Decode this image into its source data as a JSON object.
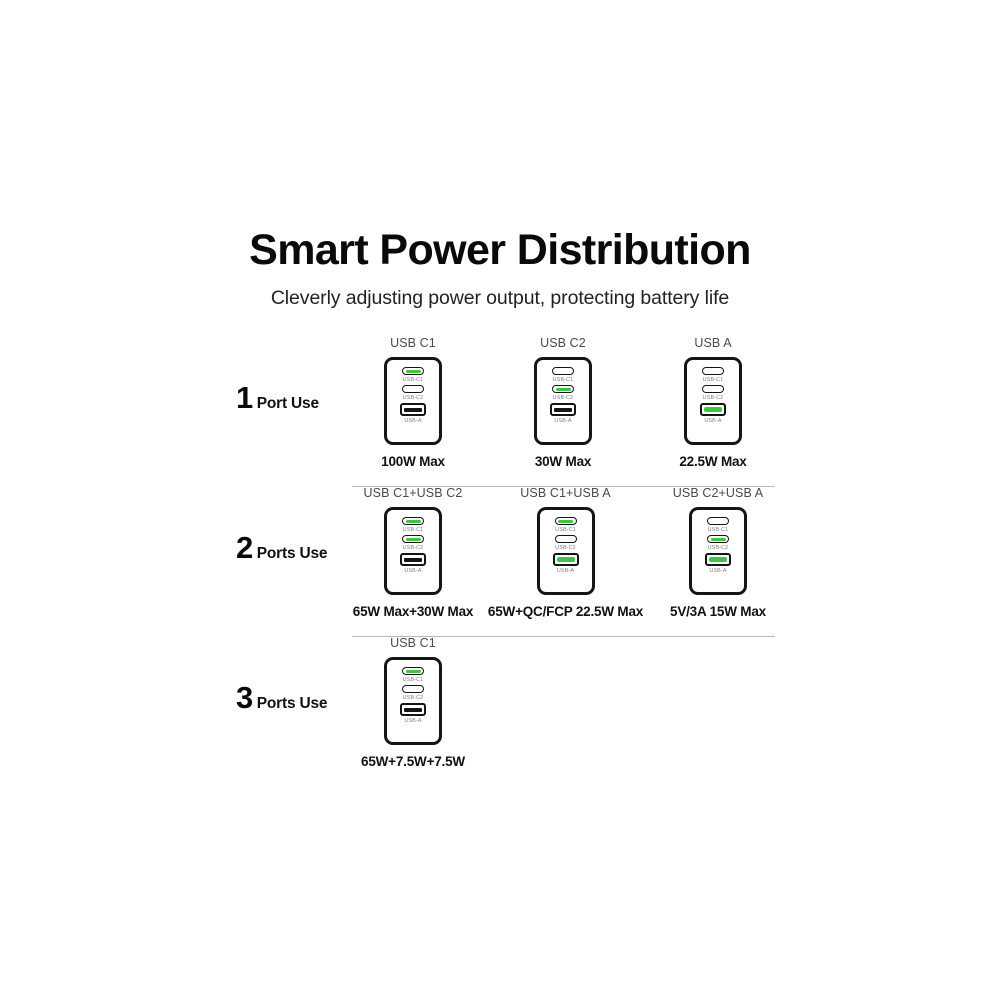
{
  "header": {
    "title": "Smart Power Distribution",
    "subtitle": "Cleverly adjusting power output, protecting battery life"
  },
  "colors": {
    "active_port": "#3ec63e",
    "outline": "#151515",
    "port_label": "#7d7d7d",
    "card_title": "#4a4a4a",
    "divider": "#b9b9b9",
    "background": "#ffffff"
  },
  "port_labels": {
    "c1": "USB-C1",
    "c2": "USB-C2",
    "a": "USB-A"
  },
  "rows": [
    {
      "number": "1",
      "word": "Port Use",
      "cards": [
        {
          "title": "USB C1",
          "caption": "100W Max",
          "ports": {
            "c1": true,
            "c2": false,
            "a": false
          }
        },
        {
          "title": "USB C2",
          "caption": "30W Max",
          "ports": {
            "c1": false,
            "c2": true,
            "a": false
          }
        },
        {
          "title": "USB A",
          "caption": "22.5W Max",
          "ports": {
            "c1": false,
            "c2": false,
            "a": true
          }
        }
      ]
    },
    {
      "number": "2",
      "word": "Ports Use",
      "cards": [
        {
          "title": "USB C1+USB C2",
          "caption": "65W Max+30W Max",
          "ports": {
            "c1": true,
            "c2": true,
            "a": false
          }
        },
        {
          "title": "USB C1+USB A",
          "caption": "65W+QC/FCP 22.5W Max",
          "ports": {
            "c1": true,
            "c2": false,
            "a": true
          }
        },
        {
          "title": "USB C2+USB A",
          "caption": "5V/3A 15W Max",
          "ports": {
            "c1": false,
            "c2": true,
            "a": true
          }
        }
      ]
    },
    {
      "number": "3",
      "word": "Ports Use",
      "cards": [
        {
          "title": "USB C1",
          "caption": "65W+7.5W+7.5W",
          "ports": {
            "c1": true,
            "c2": false,
            "a": false
          }
        }
      ]
    }
  ]
}
